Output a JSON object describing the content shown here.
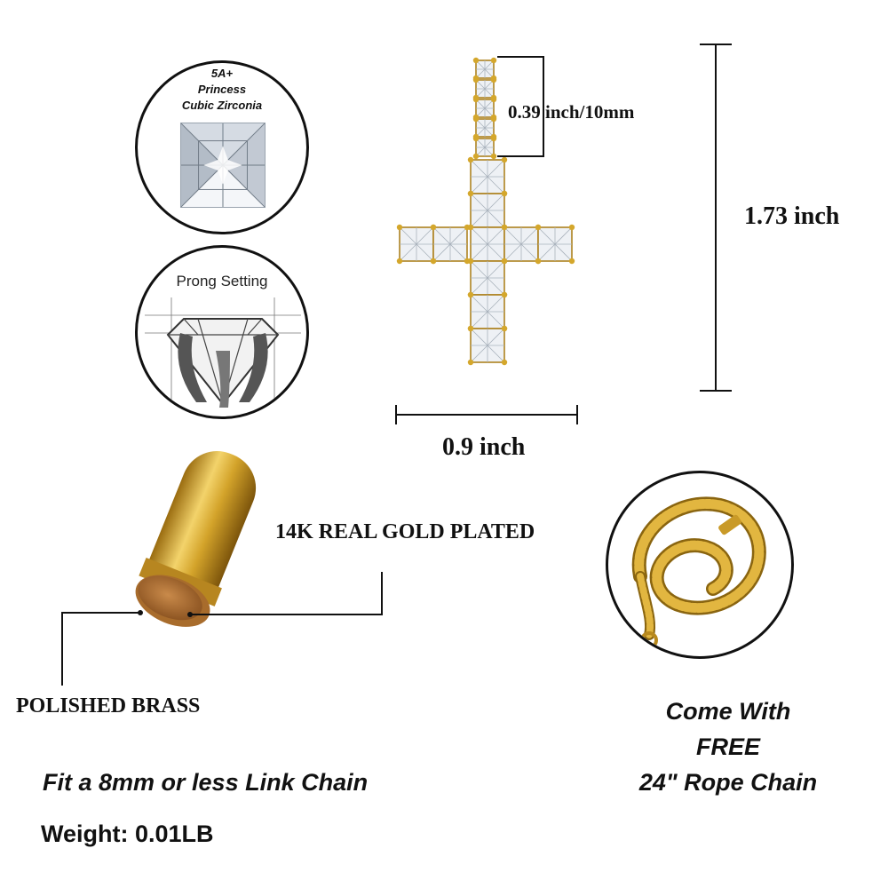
{
  "zirconia_badge": {
    "line1": "5A+",
    "line2": "Princess",
    "line3": "Cubic Zirconia"
  },
  "prong_badge": {
    "label": "Prong Setting"
  },
  "dimensions": {
    "bail_height": "0.39 inch/10mm",
    "total_height": "1.73 inch",
    "width": "0.9 inch"
  },
  "materials": {
    "plating": "14K REAL GOLD PLATED",
    "base": "POLISHED BRASS"
  },
  "chain_offer": {
    "line1": "Come With",
    "line2": "FREE",
    "line3": "24\" Rope Chain"
  },
  "specs": {
    "fit": "Fit a 8mm or less Link Chain",
    "weight": "Weight: 0.01LB"
  },
  "colors": {
    "gold": "#d4a72c",
    "gold_dark": "#a97b12",
    "ink": "#111111"
  },
  "icons": [
    "princess-cut-gem-icon",
    "prong-setting-icon",
    "cross-pendant-icon",
    "gold-cylinder-icon",
    "rope-chain-icon"
  ]
}
